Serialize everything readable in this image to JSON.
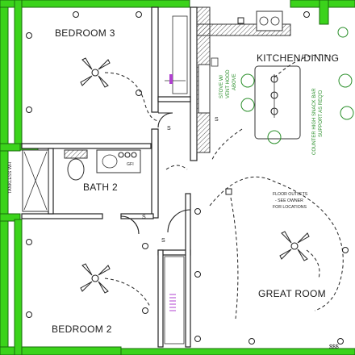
{
  "rooms": {
    "bedroom3": "BEDROOM 3",
    "kitchen": "KITCHEN/DINING",
    "bath2": "BATH 2",
    "great_room": "GREAT ROOM",
    "bedroom2": "BEDROOM 2"
  },
  "notes": {
    "tankless": "TANKLESS WH",
    "floor_outlets_1": "FLOOR OUTLETS",
    "floor_outlets_2": "- SEE OWNER",
    "floor_outlets_3": "FOR LOCATIONS",
    "stove_1": "STOVE W/",
    "stove_2": "VENT HOOD",
    "stove_3": "ABOVE",
    "counter": "COUNTER HIGH SNACK BAR",
    "support": "SUPPORT AS REQ'D",
    "switch_label": "$$$",
    "gfi": "GFI"
  },
  "colors": {
    "exterior_wall": "#3bd31b",
    "note_green": "#2a8f2a",
    "accent_purple": "#b040d0"
  }
}
